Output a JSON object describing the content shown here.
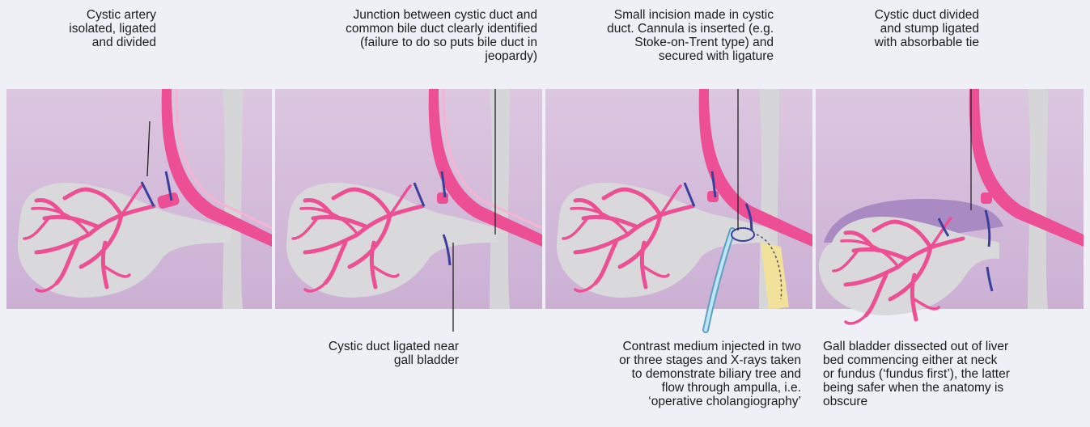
{
  "colors": {
    "panel_bg": "#d9c2de",
    "panel_band": "#e6d6ea",
    "duct_grey": "#d6d6d8",
    "artery_pink": "#ec4f94",
    "artery_light": "#f7b3d2",
    "ligature_blue": "#3b3f9c",
    "cannula_blue": "#8fd0ea",
    "contrast_yellow": "#f2e19a",
    "liver_purple": "#a98ac2"
  },
  "captions": {
    "step1_top": "Cystic artery\nisolated, ligated\nand divided",
    "step2_top": "Junction between cystic duct and\ncommon bile duct clearly identified\n(failure to do so puts bile duct in\njeopardy)",
    "step3_top": "Small incision made in cystic\nduct. Cannula is inserted (e.g.\nStoke-on-Trent type) and\nsecured with ligature",
    "step4_top": "Cystic duct divided\nand stump ligated\nwith absorbable tie",
    "step2_bottom": "Cystic duct ligated near\ngall bladder",
    "step3_bottom": "Contrast medium injected in two\nor three stages and X-rays taken\nto demonstrate biliary tree and\nflow through ampulla, i.e.\n‘operative cholangiography’",
    "step4_bottom": "Gall bladder dissected out of liver\nbed commencing either at neck\nor fundus (‘fundus first’), the latter\nbeing safer when the anatomy is\nobscure"
  }
}
